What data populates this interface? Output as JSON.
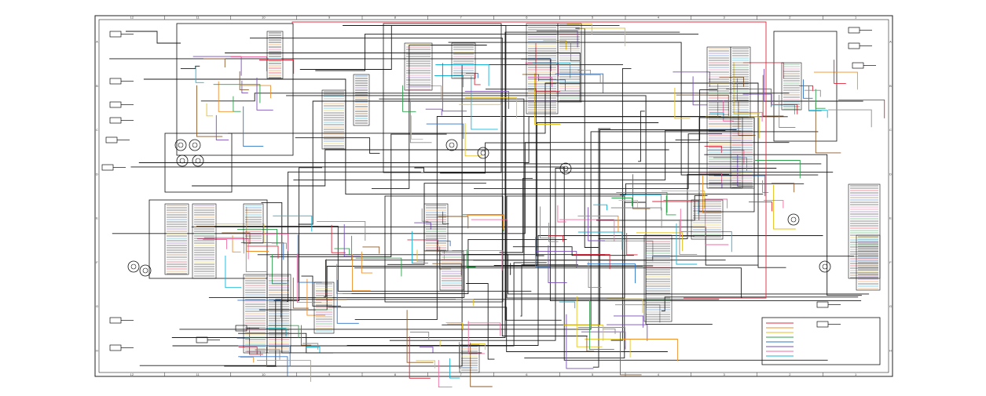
{
  "document": {
    "col_labels": [
      "12",
      "11",
      "10",
      "9",
      "8",
      "7",
      "6",
      "5",
      "4",
      "3",
      "2",
      "1"
    ],
    "row_labels": [
      "A",
      "B",
      "C",
      "D",
      "E",
      "F",
      "G",
      "H"
    ]
  },
  "colors": {
    "black": "#1a1a1a",
    "red": "#e0283c",
    "blue": "#2e74c9",
    "cyan": "#19b5d6",
    "orange": "#f0902a",
    "yellow": "#e6c21d",
    "green": "#2da14b",
    "pink": "#f06aa0",
    "purple": "#7a4fb8",
    "brown": "#8a5a2b",
    "gray": "#8c8c8c"
  }
}
